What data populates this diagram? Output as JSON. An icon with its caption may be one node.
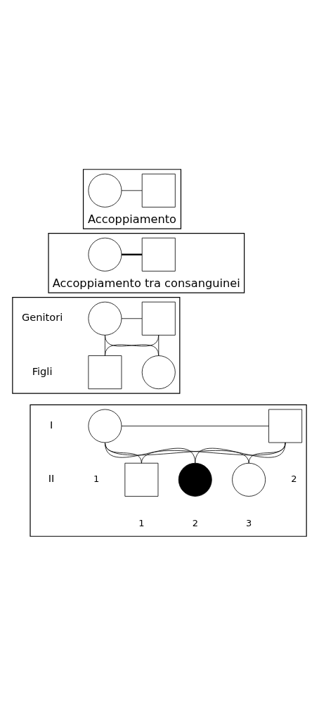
{
  "diagram": {
    "nodes": [
      {
        "text": [
          "Accoppiamento"
        ]
      },
      {
        "text": [],
        "shape": "circle",
        "in": 0
      },
      {
        "text": [],
        "shape": "box",
        "in": 0
      },
      {
        "text": [
          "Accoppiamento tra consanguinei"
        ]
      },
      {
        "text": [],
        "shape": "circle",
        "in": 3
      },
      {
        "text": [],
        "shape": "box",
        "in": 3
      },
      {
        "text": [],
        "shape": "box"
      },
      {
        "text": [],
        "shape": "circle",
        "in": 6
      },
      {
        "text": [],
        "shape": "box",
        "in": 6
      },
      {
        "text": [],
        "shape": "box",
        "in": 6
      },
      {
        "text": [],
        "shape": "circle",
        "in": 6
      },
      {
        "text": [],
        "shape": "box"
      },
      {
        "text": [],
        "shape": "circle",
        "in": 11,
        "beside": [
          "1"
        ]
      },
      {
        "text": [],
        "shape": "box",
        "in": 11,
        "beside": [
          "2"
        ]
      },
      {
        "text": [],
        "shape": "box",
        "in": 11,
        "beside": [
          "1"
        ]
      },
      {
        "text": [],
        "shape": "circle",
        "in": 11,
        "beside": [
          "2"
        ]
      },
      {
        "text": [],
        "shape": "circle",
        "in": 11,
        "beside": [
          "3"
        ]
      }
    ],
    "edges": [
      {
        "from": 1,
        "to": 2,
        "arrow": "none"
      },
      {
        "from": 4,
        "to": 5,
        "arrow": "none",
        "style": "thick"
      },
      {
        "from": 7,
        "to": 8,
        "arrow": "none"
      },
      {
        "from": 7,
        "to": 9,
        "arrow": "none"
      },
      {
        "from": 7,
        "to": 10,
        "arrow": "none"
      },
      {
        "from": 8,
        "to": 9,
        "arrow": "none"
      },
      {
        "from": 8,
        "to": 10,
        "arrow": "none"
      },
      {
        "from": 12,
        "to": 13,
        "arrow": "none"
      },
      {
        "from": 12,
        "to": 14,
        "arrow": "none"
      },
      {
        "from": 12,
        "to": 15,
        "arrow": "none"
      },
      {
        "from": 12,
        "to": 16,
        "arrow": "none"
      },
      {
        "from": 13,
        "to": 14,
        "arrow": "none"
      },
      {
        "from": 13,
        "to": 15,
        "arrow": "none"
      },
      {
        "from": 13,
        "to": 16,
        "arrow": "none"
      }
    ],
    "labels": [
      "Genitori",
      "Figli",
      "I",
      "II"
    ]
  }
}
